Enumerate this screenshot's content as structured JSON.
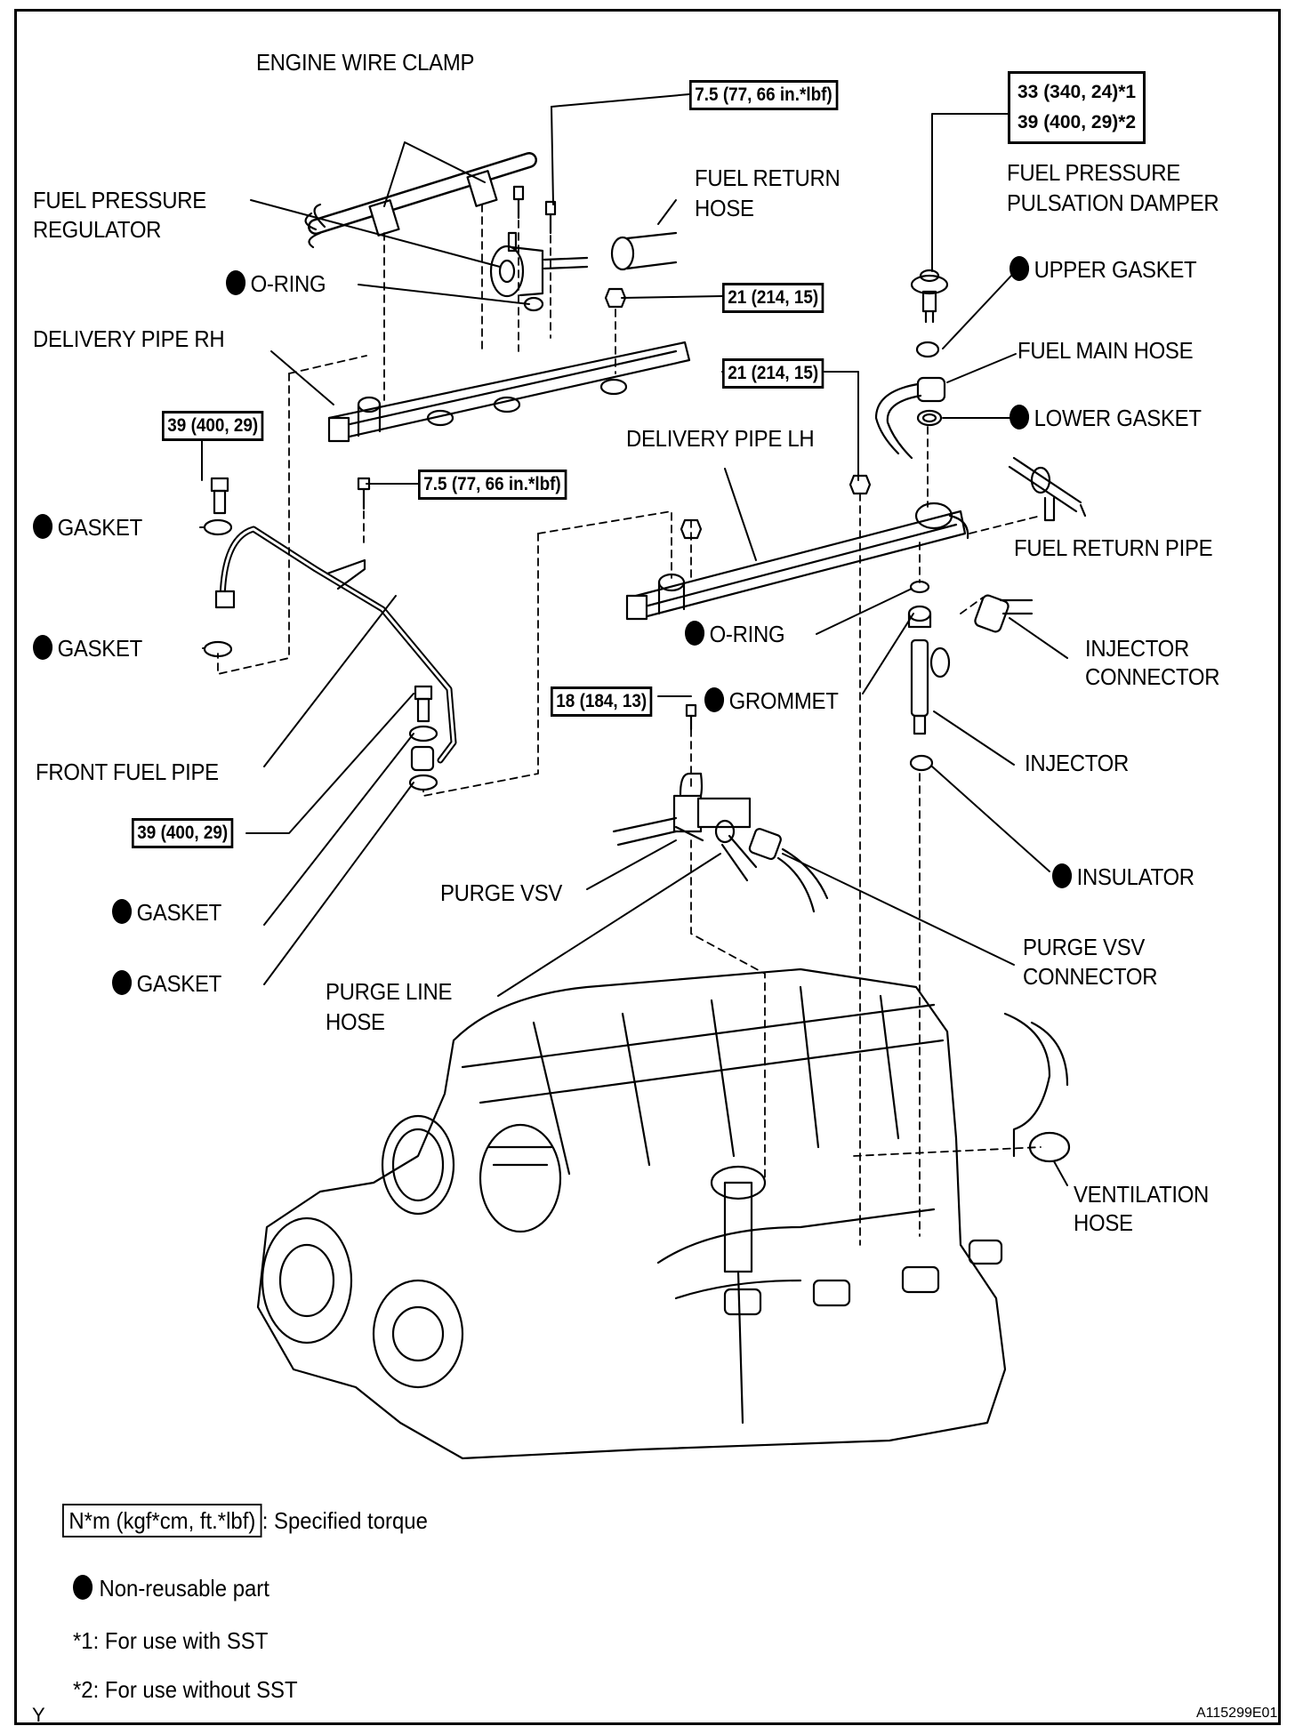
{
  "diagram": {
    "labels": {
      "engine_wire_clamp": "ENGINE WIRE CLAMP",
      "fuel_pressure_regulator": [
        "FUEL PRESSURE",
        "REGULATOR"
      ],
      "fuel_return_hose": [
        "FUEL RETURN",
        "HOSE"
      ],
      "fuel_pressure_pulsation_damper": [
        "FUEL PRESSURE",
        "PULSATION DAMPER"
      ],
      "o_ring_top": "O-RING",
      "upper_gasket": "UPPER GASKET",
      "delivery_pipe_rh": "DELIVERY PIPE RH",
      "fuel_main_hose": "FUEL MAIN HOSE",
      "lower_gasket": "LOWER GASKET",
      "delivery_pipe_lh": "DELIVERY PIPE LH",
      "gasket_1": "GASKET",
      "fuel_return_pipe": "FUEL RETURN PIPE",
      "o_ring_mid": "O-RING",
      "gasket_2": "GASKET",
      "injector_connector": [
        "INJECTOR",
        "CONNECTOR"
      ],
      "grommet": "GROMMET",
      "injector": "INJECTOR",
      "front_fuel_pipe": "FRONT FUEL PIPE",
      "insulator": "INSULATOR",
      "purge_vsv": "PURGE VSV",
      "gasket_3": "GASKET",
      "purge_vsv_connector": [
        "PURGE VSV",
        "CONNECTOR"
      ],
      "gasket_4": "GASKET",
      "purge_line_hose": [
        "PURGE LINE",
        "HOSE"
      ],
      "ventilation_hose": [
        "VENTILATION",
        "HOSE"
      ]
    },
    "torques": {
      "regulator_bolt": "7.5 (77, 66 in.*lbf)",
      "damper_sst": "33 (340, 24)*1",
      "damper_no_sst": "39 (400, 29)*2",
      "rh_nut": "21 (214, 15)",
      "lh_nut": "21 (214, 15)",
      "front_pipe_union_rh": "39 (400, 29)",
      "front_pipe_clamp_bolt": "7.5 (77, 66 in.*lbf)",
      "purge_vsv_bolt": "18 (184, 13)",
      "front_pipe_union_lh": "39 (400, 29)"
    },
    "non_reusable_marker": "filled-circle-icon"
  },
  "legend": {
    "torque_unit": "N*m (kgf*cm, ft.*lbf)",
    "torque_desc": ": Specified torque",
    "non_reusable": "Non-reusable part",
    "note1": "*1: For use with SST",
    "note2": "*2: For use without SST"
  },
  "footer": {
    "corner_mark": "Y",
    "figure_id": "A115299E01"
  }
}
